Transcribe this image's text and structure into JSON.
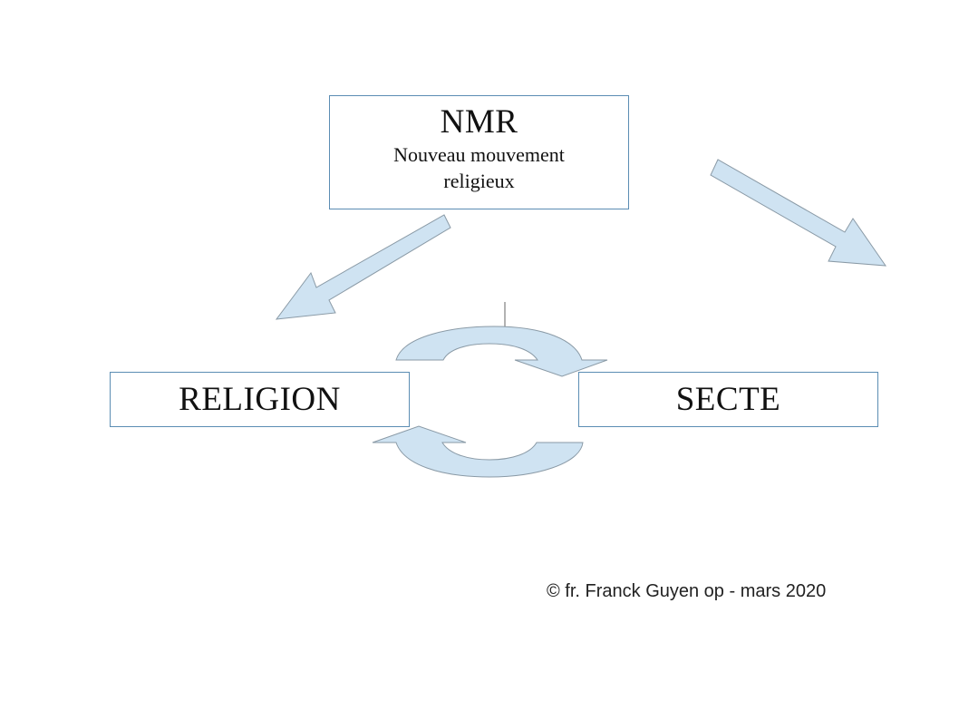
{
  "diagram": {
    "top_node": {
      "title": "NMR",
      "subtitle": "Nouveau mouvement religieux"
    },
    "left_node": {
      "label": "RELIGION"
    },
    "right_node": {
      "label": "SECTE"
    },
    "edges": [
      {
        "from": "NMR",
        "to": "RELIGION",
        "kind": "straight-arrow"
      },
      {
        "from": "NMR",
        "to": "SECTE",
        "kind": "straight-arrow"
      },
      {
        "from": "RELIGION",
        "to": "SECTE",
        "kind": "curved-arrow"
      },
      {
        "from": "SECTE",
        "to": "RELIGION",
        "kind": "curved-arrow"
      }
    ],
    "colors": {
      "arrow_fill": "#cfe3f2",
      "arrow_stroke": "#8a9aa6",
      "box_border": "#5b8db3"
    }
  },
  "footer": {
    "copyright": "© fr. Franck Guyen op - mars 2020"
  }
}
